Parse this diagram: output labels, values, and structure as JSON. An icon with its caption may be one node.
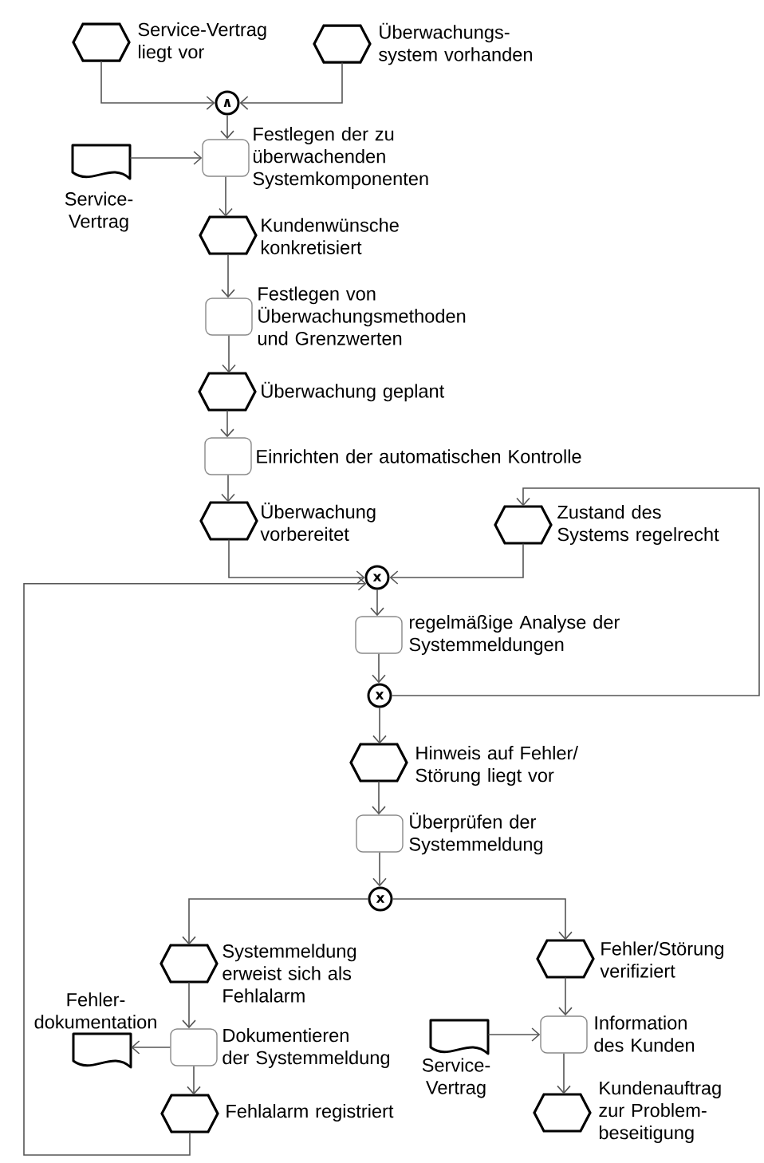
{
  "diagram": {
    "nodes": [
      {
        "text": [
          "Service-Vertrag liegt vor"
        ]
      },
      {
        "text": [
          "Überwachungs-system vorhanden"
        ]
      },
      {
        "text": [
          "∧"
        ]
      },
      {
        "text": [
          "Festlegen der zu überwachenden Systemkomponenten"
        ]
      },
      {
        "text": [
          "Service-Vertrag"
        ]
      },
      {
        "text": [
          "Kundenwünsche konkretisiert"
        ]
      },
      {
        "text": [
          "Festlegen von Überwachungsmethoden und Grenzwerten"
        ]
      },
      {
        "text": [
          "Überwachung geplant"
        ]
      },
      {
        "text": [
          "Einrichten der automatischen Kontrolle"
        ]
      },
      {
        "text": [
          "Überwachung vorbereitet"
        ]
      },
      {
        "text": [
          "Zustand des Systems regelrecht"
        ]
      },
      {
        "text": [
          "x"
        ]
      },
      {
        "text": [
          "regelmäßige Analyse der Systemmeldungen"
        ]
      },
      {
        "text": [
          "x"
        ]
      },
      {
        "text": [
          "Hinweis auf Fehler/ Störung liegt vor"
        ]
      },
      {
        "text": [
          "Überprüfen der Systemmeldung"
        ]
      },
      {
        "text": [
          "x"
        ]
      },
      {
        "text": [
          "Systemmeldung erweist sich als Fehlalarm"
        ]
      },
      {
        "text": [
          "Fehler/Störung verifiziert"
        ]
      },
      {
        "text": [
          "Fehler-dokumentation"
        ]
      },
      {
        "text": [
          "Dokumentieren der Systemmeldung"
        ]
      },
      {
        "text": [
          "Service-Vertrag"
        ]
      },
      {
        "text": [
          "Information des Kunden"
        ]
      },
      {
        "text": [
          "Fehlalarm registriert"
        ]
      },
      {
        "text": [
          "Kundenauftrag zur Problem-beseitigung"
        ]
      }
    ],
    "edges": [
      {
        "from": 0,
        "to": 2,
        "arrow": "to"
      },
      {
        "from": 1,
        "to": 2,
        "arrow": "to"
      },
      {
        "from": 2,
        "to": 3,
        "arrow": "to"
      },
      {
        "from": 4,
        "to": 3,
        "arrow": "to"
      },
      {
        "from": 3,
        "to": 5,
        "arrow": "to"
      },
      {
        "from": 5,
        "to": 6,
        "arrow": "to"
      },
      {
        "from": 6,
        "to": 7,
        "arrow": "to"
      },
      {
        "from": 7,
        "to": 8,
        "arrow": "to"
      },
      {
        "from": 8,
        "to": 9,
        "arrow": "to"
      },
      {
        "from": 9,
        "to": 11,
        "arrow": "to"
      },
      {
        "from": 10,
        "to": 11,
        "arrow": "to"
      },
      {
        "from": 23,
        "to": 11,
        "arrow": "to"
      },
      {
        "from": 11,
        "to": 12,
        "arrow": "to"
      },
      {
        "from": 12,
        "to": 13,
        "arrow": "to"
      },
      {
        "from": 13,
        "to": 10,
        "arrow": "to"
      },
      {
        "from": 13,
        "to": 14,
        "arrow": "to"
      },
      {
        "from": 14,
        "to": 15,
        "arrow": "to"
      },
      {
        "from": 15,
        "to": 16,
        "arrow": "to"
      },
      {
        "from": 16,
        "to": 17,
        "arrow": "to"
      },
      {
        "from": 16,
        "to": 18,
        "arrow": "to"
      },
      {
        "from": 17,
        "to": 20,
        "arrow": "to"
      },
      {
        "from": 20,
        "to": 19,
        "arrow": "to"
      },
      {
        "from": 20,
        "to": 23,
        "arrow": "to"
      },
      {
        "from": 18,
        "to": 22,
        "arrow": "to"
      },
      {
        "from": 21,
        "to": 22,
        "arrow": "to"
      },
      {
        "from": 22,
        "to": 24,
        "arrow": "to"
      }
    ]
  }
}
